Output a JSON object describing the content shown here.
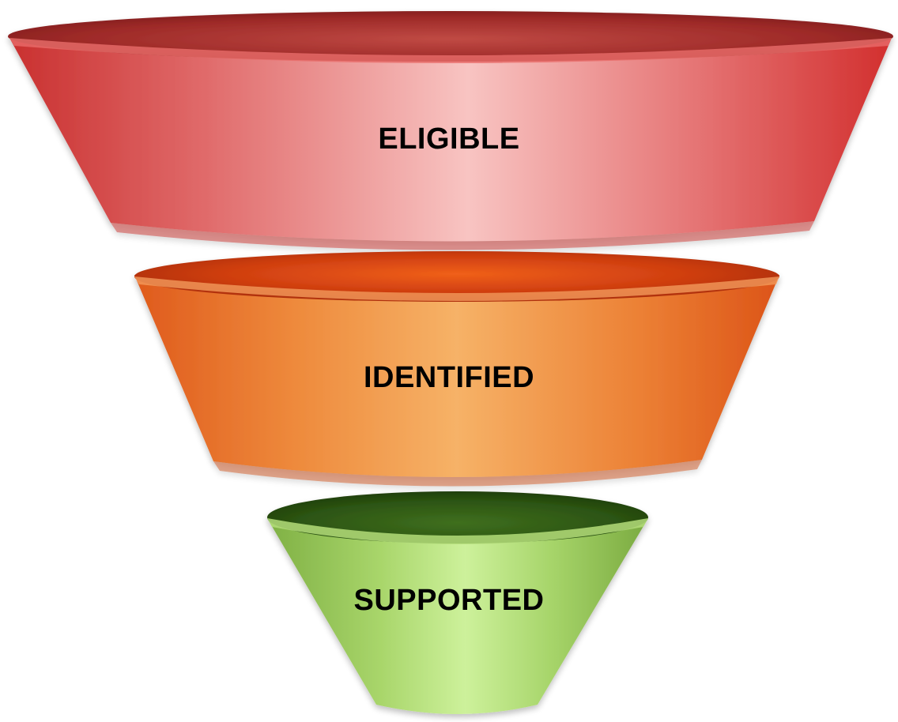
{
  "funnel": {
    "stages": [
      {
        "label": "ELIGIBLE",
        "color": "#d9403d"
      },
      {
        "label": "IDENTIFIED",
        "color": "#ea6a26"
      },
      {
        "label": "SUPPORTED",
        "color": "#9ccf5a"
      }
    ]
  }
}
